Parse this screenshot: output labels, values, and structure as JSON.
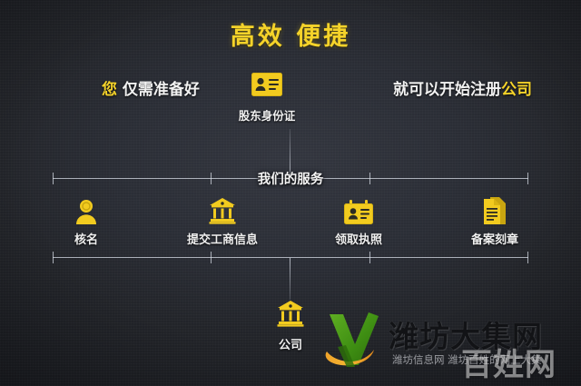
{
  "theme": {
    "background": "#2a2d35",
    "accent_gold": "#f5d32a",
    "text_white": "#f2f2f2",
    "line_color": "#dde2ec"
  },
  "title": "高效  便捷",
  "headline": {
    "lead_highlight": "您",
    "lead_rest": "仅需准备好",
    "tail_rest": "就可以开始注册",
    "tail_highlight": "公司"
  },
  "requirement_node": {
    "icon": "id-card-icon",
    "label": "股东身份证"
  },
  "services_bracket": {
    "label": "我们的服务",
    "tick_count": 4
  },
  "services": [
    {
      "icon": "person-icon",
      "label": "核名"
    },
    {
      "icon": "bank-building-icon",
      "label": "提交工商信息"
    },
    {
      "icon": "license-card-icon",
      "label": "领取执照"
    },
    {
      "icon": "documents-icon",
      "label": "备案刻章"
    }
  ],
  "result_node": {
    "icon": "company-building-icon",
    "label": "公司"
  },
  "watermark": {
    "logo": "green-v-check-logo",
    "brand": "潍坊大集网",
    "subtitle": "潍坊信息网 潍坊百姓的网上大集",
    "overlay_text": "百姓网"
  }
}
